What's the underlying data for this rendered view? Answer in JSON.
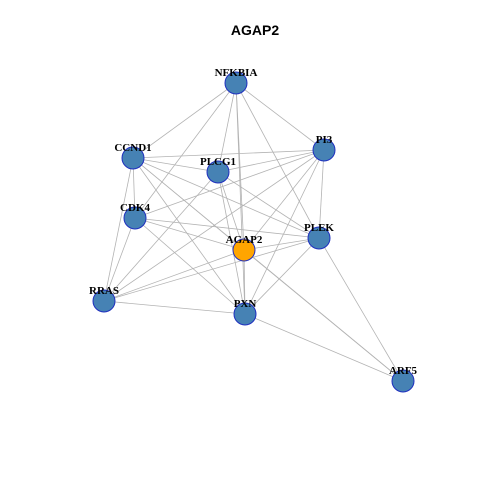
{
  "title": "AGAP2",
  "colors": {
    "node_default": "#4682b4",
    "node_focus": "#ffa500",
    "node_border": "#1f2fbf",
    "edge": "#b3b3b3"
  },
  "nodes": [
    {
      "id": "NFKBIA",
      "label": "NFKBIA",
      "focus": false
    },
    {
      "id": "PI3",
      "label": "PI3",
      "focus": false
    },
    {
      "id": "CCND1",
      "label": "CCND1",
      "focus": false
    },
    {
      "id": "PLCG1",
      "label": "PLCG1",
      "focus": false
    },
    {
      "id": "CDK4",
      "label": "CDK4",
      "focus": false
    },
    {
      "id": "PLEK",
      "label": "PLEK",
      "focus": false
    },
    {
      "id": "AGAP2",
      "label": "AGAP2",
      "focus": true
    },
    {
      "id": "RRAS",
      "label": "RRAS",
      "focus": false
    },
    {
      "id": "PXN",
      "label": "PXN",
      "focus": false
    },
    {
      "id": "ARF5",
      "label": "ARF5",
      "focus": false
    }
  ],
  "edges": [
    [
      "NFKBIA",
      "CCND1"
    ],
    [
      "NFKBIA",
      "PLCG1"
    ],
    [
      "NFKBIA",
      "CDK4"
    ],
    [
      "NFKBIA",
      "AGAP2"
    ],
    [
      "NFKBIA",
      "PXN"
    ],
    [
      "NFKBIA",
      "PLEK"
    ],
    [
      "NFKBIA",
      "PI3"
    ],
    [
      "PI3",
      "CCND1"
    ],
    [
      "PI3",
      "PLCG1"
    ],
    [
      "PI3",
      "CDK4"
    ],
    [
      "PI3",
      "PLEK"
    ],
    [
      "PI3",
      "AGAP2"
    ],
    [
      "PI3",
      "PXN"
    ],
    [
      "PI3",
      "RRAS"
    ],
    [
      "CCND1",
      "CDK4"
    ],
    [
      "CCND1",
      "RRAS"
    ],
    [
      "CCND1",
      "PXN"
    ],
    [
      "CCND1",
      "AGAP2"
    ],
    [
      "CCND1",
      "PLEK"
    ],
    [
      "CCND1",
      "PLCG1"
    ],
    [
      "CCND1",
      "ARF5"
    ],
    [
      "PLCG1",
      "RRAS"
    ],
    [
      "PLCG1",
      "PXN"
    ],
    [
      "PLCG1",
      "AGAP2"
    ],
    [
      "PLCG1",
      "PLEK"
    ],
    [
      "CDK4",
      "RRAS"
    ],
    [
      "CDK4",
      "PXN"
    ],
    [
      "CDK4",
      "AGAP2"
    ],
    [
      "CDK4",
      "PLEK"
    ],
    [
      "AGAP2",
      "RRAS"
    ],
    [
      "AGAP2",
      "PXN"
    ],
    [
      "AGAP2",
      "PLEK"
    ],
    [
      "AGAP2",
      "ARF5"
    ],
    [
      "PLEK",
      "RRAS"
    ],
    [
      "PLEK",
      "PXN"
    ],
    [
      "PLEK",
      "ARF5"
    ],
    [
      "RRAS",
      "PXN"
    ],
    [
      "PXN",
      "ARF5"
    ]
  ]
}
